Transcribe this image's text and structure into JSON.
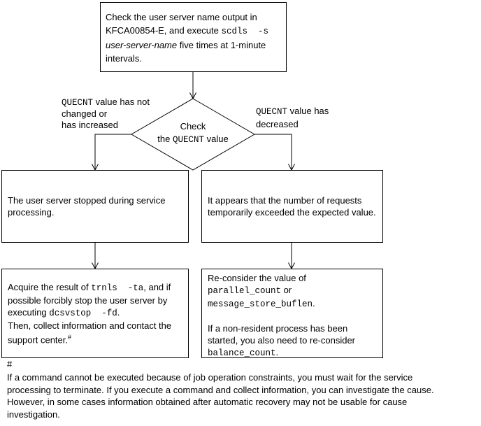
{
  "colors": {
    "line": "#000000",
    "text": "#000000",
    "background": "#ffffff"
  },
  "diagram": {
    "top_box": {
      "segments": [
        {
          "t": "Check the user server name output in"
        },
        {
          "br": true
        },
        {
          "t": "KFCA00854-E, and execute "
        },
        {
          "t": "scdls  -s",
          "c": "mono"
        },
        {
          "br": true
        },
        {
          "t": "user-server-name",
          "c": "italic"
        },
        {
          "t": " five times at 1-minute"
        },
        {
          "br": true
        },
        {
          "t": "intervals."
        }
      ]
    },
    "decision": {
      "segments": [
        {
          "t": "Check"
        },
        {
          "br": true
        },
        {
          "t": "the "
        },
        {
          "t": "QUECNT",
          "c": "mono"
        },
        {
          "t": " value"
        }
      ]
    },
    "left_branch_label": {
      "segments": [
        {
          "t": "QUECNT",
          "c": "mono"
        },
        {
          "t": " value has not"
        },
        {
          "br": true
        },
        {
          "t": "changed or"
        },
        {
          "br": true
        },
        {
          "t": "has increased"
        }
      ]
    },
    "right_branch_label": {
      "segments": [
        {
          "t": "QUECNT",
          "c": "mono"
        },
        {
          "t": " value has"
        },
        {
          "br": true
        },
        {
          "t": "decreased"
        }
      ]
    },
    "left_result_box": {
      "segments": [
        {
          "t": "The user server stopped during service"
        },
        {
          "br": true
        },
        {
          "t": "processing."
        }
      ]
    },
    "right_result_box": {
      "segments": [
        {
          "t": "It appears that the number of requests"
        },
        {
          "br": true
        },
        {
          "t": "temporarily exceeded the expected value."
        }
      ]
    },
    "left_action_box": {
      "segments": [
        {
          "t": "Acquire the result of "
        },
        {
          "t": "trnls  -ta",
          "c": "mono"
        },
        {
          "t": ", and if"
        },
        {
          "br": true
        },
        {
          "t": "possible forcibly stop the user server by"
        },
        {
          "br": true
        },
        {
          "t": "executing "
        },
        {
          "t": "dcsvstop  -fd",
          "c": "mono"
        },
        {
          "t": "."
        },
        {
          "br": true
        },
        {
          "t": "Then, collect information and contact the"
        },
        {
          "br": true
        },
        {
          "t": "support center."
        },
        {
          "t": "#",
          "c": "sup"
        }
      ]
    },
    "right_action_box": {
      "segments": [
        {
          "t": "Re-consider the value of"
        },
        {
          "br": true
        },
        {
          "t": "parallel_count",
          "c": "mono"
        },
        {
          "t": " or"
        },
        {
          "br": true
        },
        {
          "t": "message_store_buflen",
          "c": "mono"
        },
        {
          "t": "."
        },
        {
          "br": true
        },
        {
          "br": true
        },
        {
          "t": "If a non-resident process has been"
        },
        {
          "br": true
        },
        {
          "t": "started, you also need to re-consider"
        },
        {
          "br": true
        },
        {
          "t": "balance_count",
          "c": "mono"
        },
        {
          "t": "."
        }
      ]
    },
    "footnote": {
      "marker": "#",
      "segments": [
        {
          "t": "If a command cannot be executed because of job operation constraints, you must wait for the service"
        },
        {
          "br": true
        },
        {
          "t": "processing to terminate. If you execute a command and collect information, you can investigate the cause."
        },
        {
          "br": true
        },
        {
          "t": "However, in some cases information obtained after automatic recovery may not be usable for cause"
        },
        {
          "br": true
        },
        {
          "t": "investigation."
        }
      ]
    }
  }
}
